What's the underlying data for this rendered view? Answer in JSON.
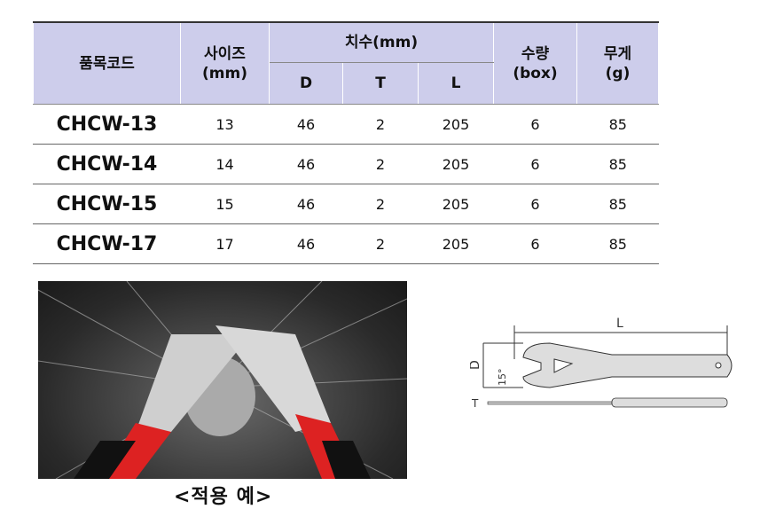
{
  "table": {
    "headers": {
      "code": "품목코드",
      "size": "사이즈",
      "size_unit": "(mm)",
      "dims": "치수(mm)",
      "d": "D",
      "t": "T",
      "l": "L",
      "qty": "수량",
      "qty_unit": "(box)",
      "weight": "무게",
      "weight_unit": "(g)"
    },
    "rows": [
      {
        "code": "CHCW-13",
        "size": "13",
        "d": "46",
        "t": "2",
        "l": "205",
        "qty": "6",
        "weight": "85"
      },
      {
        "code": "CHCW-14",
        "size": "14",
        "d": "46",
        "t": "2",
        "l": "205",
        "qty": "6",
        "weight": "85"
      },
      {
        "code": "CHCW-15",
        "size": "15",
        "d": "46",
        "t": "2",
        "l": "205",
        "qty": "6",
        "weight": "85"
      },
      {
        "code": "CHCW-17",
        "size": "17",
        "d": "46",
        "t": "2",
        "l": "205",
        "qty": "6",
        "weight": "85"
      }
    ]
  },
  "photo": {
    "caption": "<적용 예>"
  },
  "diagram": {
    "length_label": "L",
    "depth_label": "D",
    "angle_label": "15°",
    "thickness_label": "T"
  }
}
